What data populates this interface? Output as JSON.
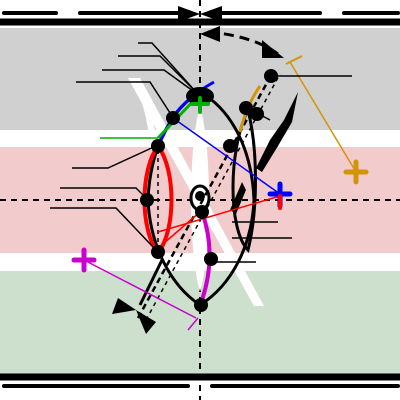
{
  "colors": {
    "background": "#ffffff",
    "band_top": "#d0d0d0",
    "band_middle": "#f2cccc",
    "band_bottom": "#cde0cd",
    "outline": "#000000",
    "red": "#ff0000",
    "blue": "#0000ff",
    "green": "#00b000",
    "magenta": "#cc00cc",
    "gold": "#d4940a"
  },
  "markers": [
    {
      "name": "blue-cross-marker",
      "color": "blue"
    },
    {
      "name": "gold-cross-marker",
      "color": "gold"
    },
    {
      "name": "magenta-cross-marker",
      "color": "magenta"
    },
    {
      "name": "green-cross-marker",
      "color": "green"
    }
  ],
  "icons": [
    "bowtie-icon-top",
    "bowtie-icon-bottom-left",
    "arrow-head-icon"
  ]
}
